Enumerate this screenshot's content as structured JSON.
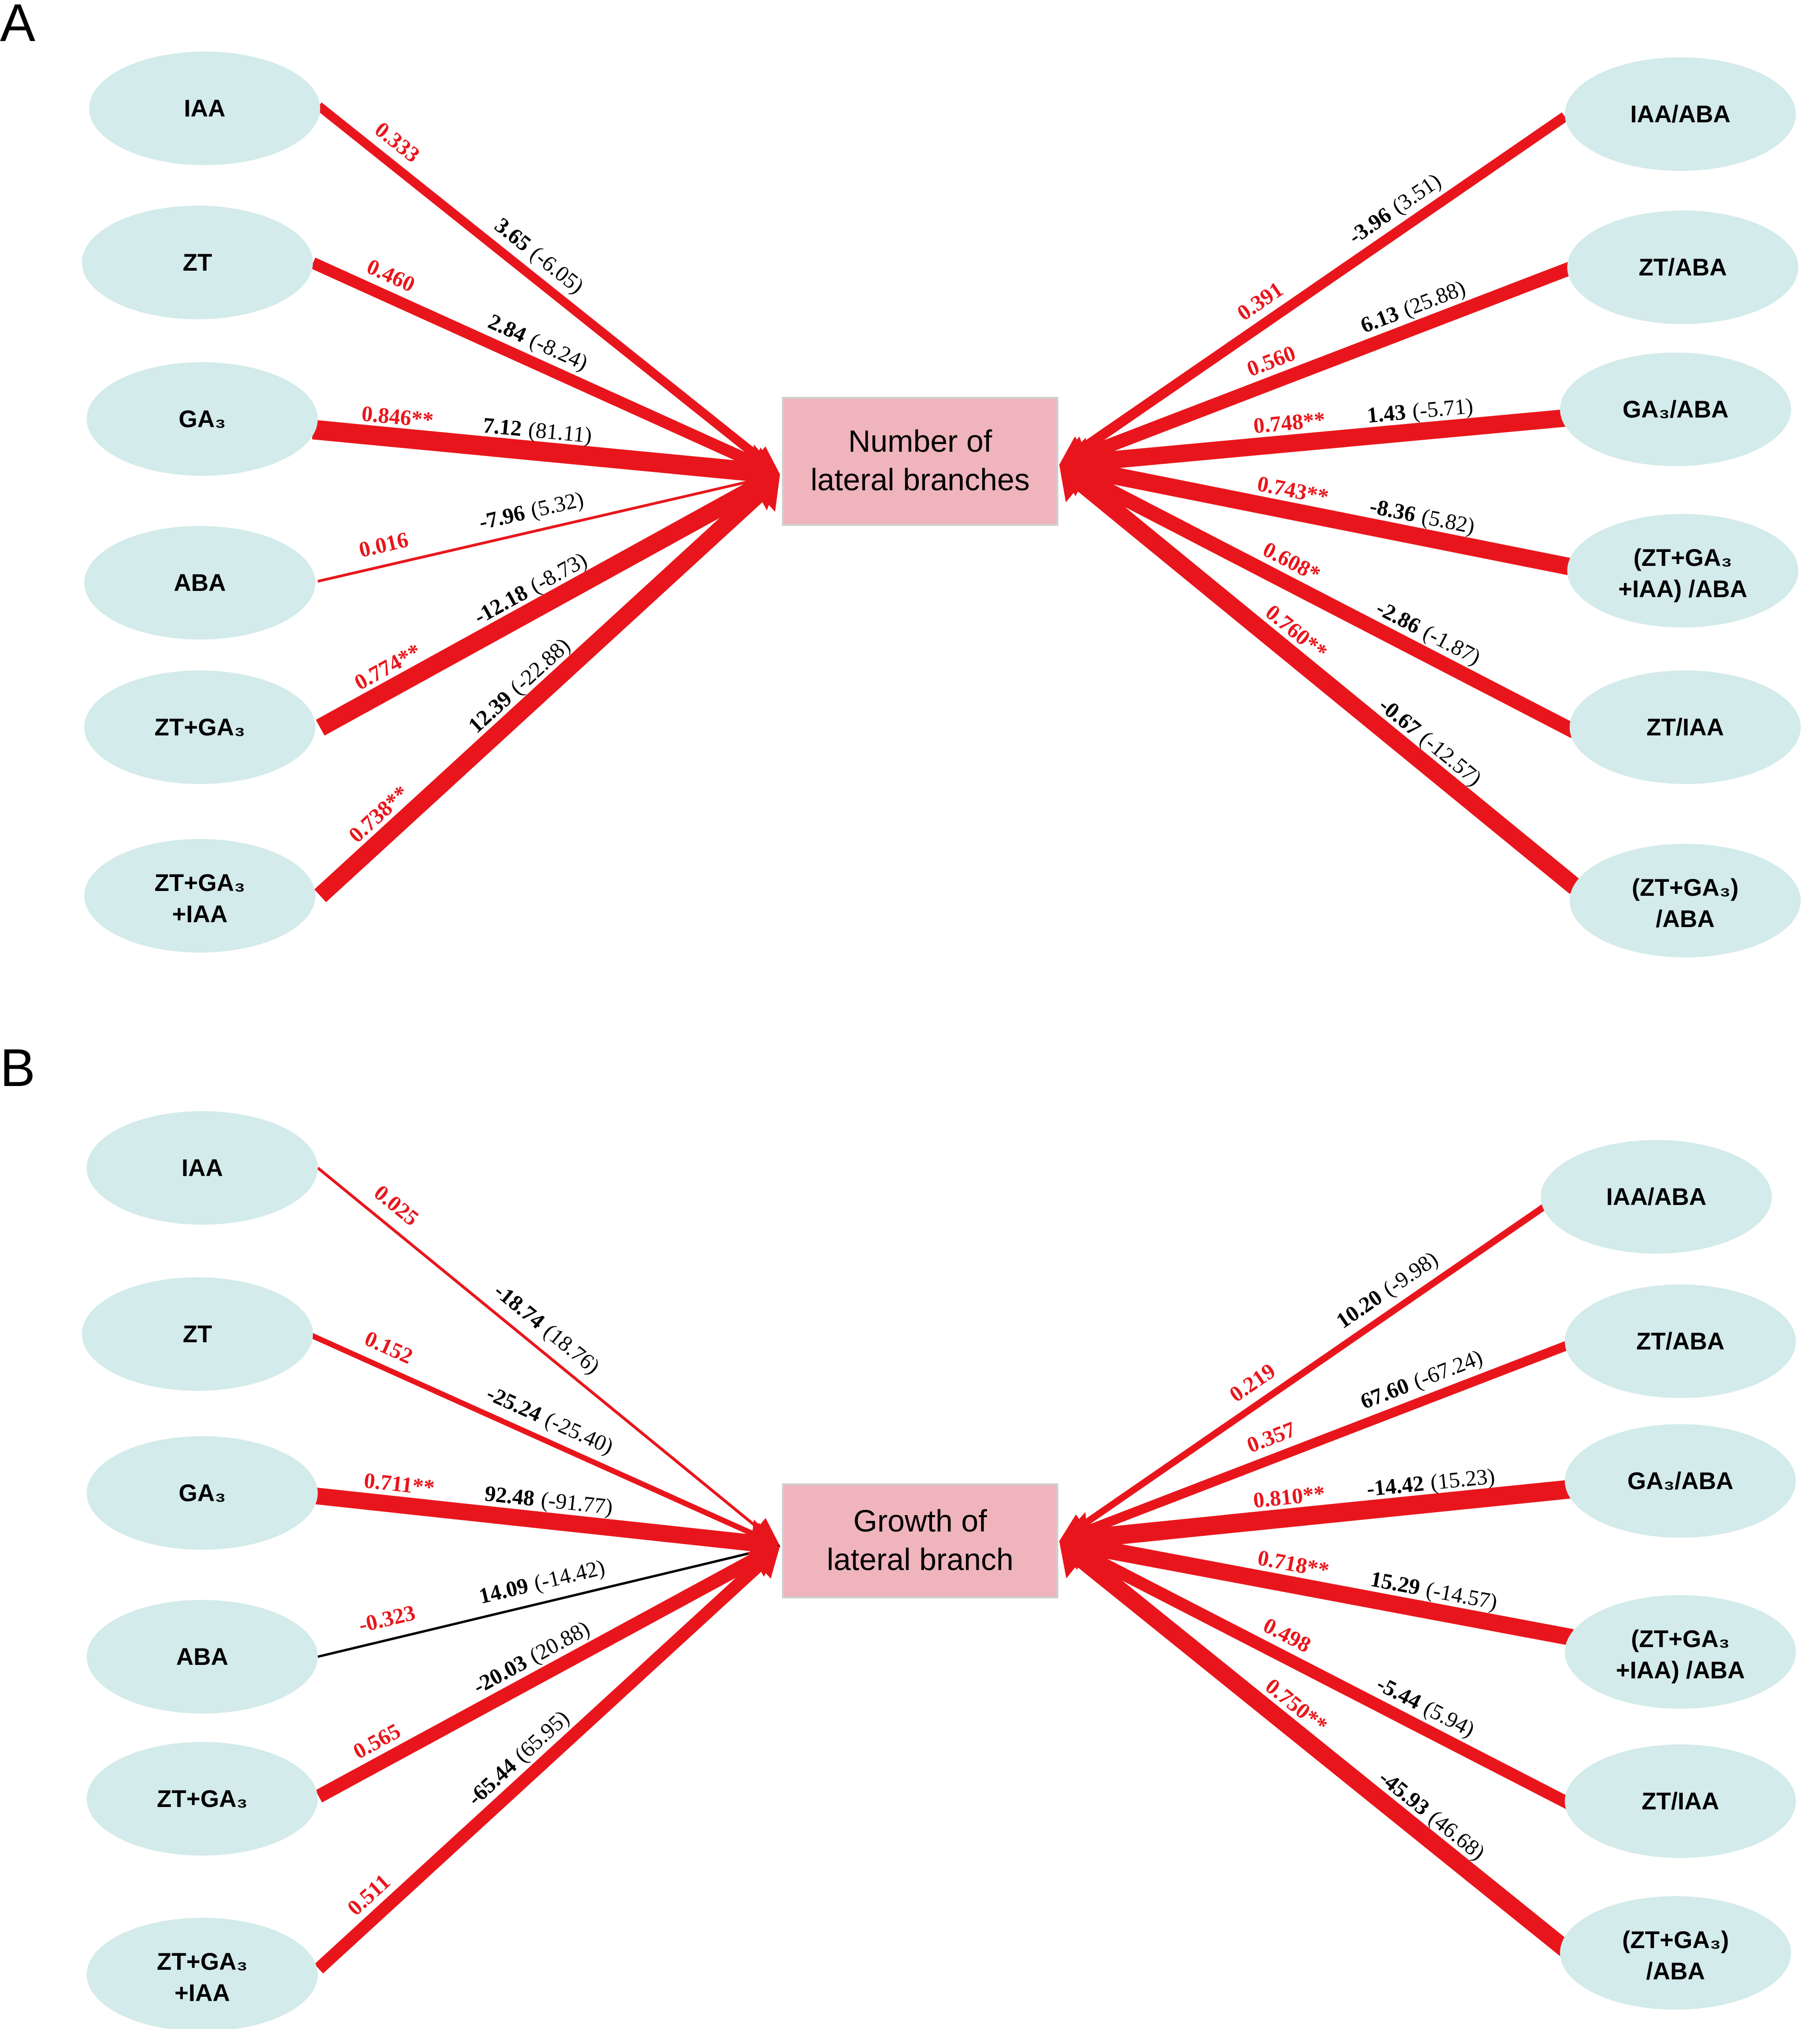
{
  "colors": {
    "node_fill": "#d3ebea",
    "target_fill": "#efb4bc",
    "target_stroke": "#cfcfcf",
    "positive_path": "#e8161c",
    "negative_path": "#000000",
    "label_red": "#e8161c",
    "label_black": "#000000"
  },
  "panels": [
    {
      "letter": "A",
      "target": {
        "line1": "Number of",
        "line2": "lateral branches"
      },
      "paths": [
        {
          "side": "left",
          "name": "IAA",
          "node_line1": "IAA",
          "node_line2": "",
          "r": "0.333",
          "direct": "3.65",
          "indirect": "(-6.05)",
          "sign": "positive",
          "weight": 0.333
        },
        {
          "side": "left",
          "name": "ZT",
          "node_line1": "ZT",
          "node_line2": "",
          "r": "0.460",
          "direct": "2.84",
          "indirect": "(-8.24)",
          "sign": "positive",
          "weight": 0.46
        },
        {
          "side": "left",
          "name": "GA3",
          "node_line1": "GA₃",
          "node_line2": "",
          "r": "0.846**",
          "direct": "7.12",
          "indirect": "(81.11)",
          "sign": "positive",
          "weight": 0.846
        },
        {
          "side": "left",
          "name": "ABA",
          "node_line1": "ABA",
          "node_line2": "",
          "r": "0.016",
          "direct": "-7.96",
          "indirect": "(5.32)",
          "sign": "positive",
          "weight": 0.016
        },
        {
          "side": "left",
          "name": "ZT+GA3",
          "node_line1": "ZT+GA₃",
          "node_line2": "",
          "r": "0.774**",
          "direct": "-12.18",
          "indirect": "(-8.73)",
          "sign": "positive",
          "weight": 0.774
        },
        {
          "side": "left",
          "name": "ZT+GA3+IAA",
          "node_line1": "ZT+GA₃",
          "node_line2": "+IAA",
          "r": "0.738**",
          "direct": "12.39",
          "indirect": "(-22.88)",
          "sign": "positive",
          "weight": 0.738
        },
        {
          "side": "right",
          "name": "IAA/ABA",
          "node_line1": "IAA/ABA",
          "node_line2": "",
          "r": "0.391",
          "direct": "-3.96",
          "indirect": "(3.51)",
          "sign": "positive",
          "weight": 0.391
        },
        {
          "side": "right",
          "name": "ZT/ABA",
          "node_line1": "ZT/ABA",
          "node_line2": "",
          "r": "0.560",
          "direct": "6.13",
          "indirect": "(25.88)",
          "sign": "positive",
          "weight": 0.56
        },
        {
          "side": "right",
          "name": "GA3/ABA",
          "node_line1": "GA₃/ABA",
          "node_line2": "",
          "r": "0.748**",
          "direct": "1.43",
          "indirect": "(-5.71)",
          "sign": "positive",
          "weight": 0.748
        },
        {
          "side": "right",
          "name": "(ZT+GA3+IAA)/ABA",
          "node_line1": "(ZT+GA₃",
          "node_line2": "+IAA)  /ABA",
          "r": "0.743**",
          "direct": "-8.36",
          "indirect": "(5.82)",
          "sign": "positive",
          "weight": 0.743
        },
        {
          "side": "right",
          "name": "ZT/IAA",
          "node_line1": "ZT/IAA",
          "node_line2": "",
          "r": "0.608*",
          "direct": "-2.86",
          "indirect": "(-1.87)",
          "sign": "positive",
          "weight": 0.608
        },
        {
          "side": "right",
          "name": "(ZT+GA3)/ABA",
          "node_line1": "(ZT+GA₃)",
          "node_line2": "/ABA",
          "r": "0.760**",
          "direct": "-0.67",
          "indirect": "(-12.57)",
          "sign": "positive",
          "weight": 0.76
        }
      ]
    },
    {
      "letter": "B",
      "target": {
        "line1": "Growth of",
        "line2": "lateral branch"
      },
      "paths": [
        {
          "side": "left",
          "name": "IAA",
          "node_line1": "IAA",
          "node_line2": "",
          "r": "0.025",
          "direct": "-18.74",
          "indirect": "(18.76)",
          "sign": "positive",
          "weight": 0.025
        },
        {
          "side": "left",
          "name": "ZT",
          "node_line1": "ZT",
          "node_line2": "",
          "r": "0.152",
          "direct": "-25.24",
          "indirect": "(-25.40)",
          "sign": "positive",
          "weight": 0.152
        },
        {
          "side": "left",
          "name": "GA3",
          "node_line1": "GA₃",
          "node_line2": "",
          "r": "0.711**",
          "direct": "92.48",
          "indirect": "(-91.77)",
          "sign": "positive",
          "weight": 0.711
        },
        {
          "side": "left",
          "name": "ABA",
          "node_line1": "ABA",
          "node_line2": "",
          "r": "-0.323",
          "direct": "14.09",
          "indirect": "(-14.42)",
          "sign": "negative",
          "weight": 0.05
        },
        {
          "side": "left",
          "name": "ZT+GA3",
          "node_line1": "ZT+GA₃",
          "node_line2": "",
          "r": "0.565",
          "direct": "-20.03",
          "indirect": "(20.88)",
          "sign": "positive",
          "weight": 0.565
        },
        {
          "side": "left",
          "name": "ZT+GA3+IAA",
          "node_line1": "ZT+GA₃",
          "node_line2": "+IAA",
          "r": "0.511",
          "direct": "-65.44",
          "indirect": "(65.95)",
          "sign": "positive",
          "weight": 0.511
        },
        {
          "side": "right",
          "name": "IAA/ABA",
          "node_line1": "IAA/ABA",
          "node_line2": "",
          "r": "0.219",
          "direct": "10.20",
          "indirect": "(-9.98)",
          "sign": "positive",
          "weight": 0.219
        },
        {
          "side": "right",
          "name": "ZT/ABA",
          "node_line1": "ZT/ABA",
          "node_line2": "",
          "r": "0.357",
          "direct": "67.60",
          "indirect": "(-67.24)",
          "sign": "positive",
          "weight": 0.357
        },
        {
          "side": "right",
          "name": "GA3/ABA",
          "node_line1": "GA₃/ABA",
          "node_line2": "",
          "r": "0.810**",
          "direct": "-14.42",
          "indirect": "(15.23)",
          "sign": "positive",
          "weight": 0.81
        },
        {
          "side": "right",
          "name": "(ZT+GA3+IAA)/ABA",
          "node_line1": "(ZT+GA₃",
          "node_line2": "+IAA)  /ABA",
          "r": "0.718**",
          "direct": "15.29",
          "indirect": "(-14.57)",
          "sign": "positive",
          "weight": 0.718
        },
        {
          "side": "right",
          "name": "ZT/IAA",
          "node_line1": "ZT/IAA",
          "node_line2": "",
          "r": "0.498",
          "direct": "-5.44",
          "indirect": "(5.94)",
          "sign": "positive",
          "weight": 0.498
        },
        {
          "side": "right",
          "name": "(ZT+GA3)/ABA",
          "node_line1": "(ZT+GA₃)",
          "node_line2": "/ABA",
          "r": "0.750**",
          "direct": "-45.93",
          "indirect": "(46.68)",
          "sign": "positive",
          "weight": 0.75
        }
      ]
    }
  ]
}
